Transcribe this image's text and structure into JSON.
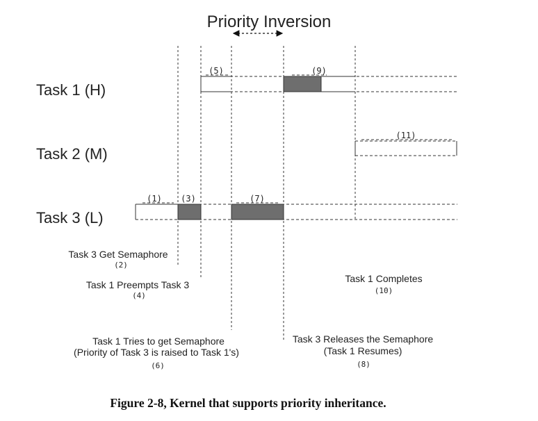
{
  "title": "Priority Inversion",
  "tasks": {
    "t1": "Task 1 (H)",
    "t2": "Task 2 (M)",
    "t3": "Task 3 (L)"
  },
  "markers": {
    "m1": "(1)",
    "m3": "(3)",
    "m5": "(5)",
    "m7": "(7)",
    "m9": "(9)",
    "m11": "(11)"
  },
  "events": {
    "e2_text": "Task 3 Get Semaphore",
    "e2_num": "(2)",
    "e4_text": "Task 1 Preempts Task 3",
    "e4_num": "(4)",
    "e6_line1": "Task 1 Tries to get Semaphore",
    "e6_line2": "(Priority of Task 3 is raised to Task 1's)",
    "e6_num": "(6)",
    "e8_line1": "Task 3 Releases the Semaphore",
    "e8_line2": "(Task 1 Resumes)",
    "e8_num": "(8)",
    "e10_text": "Task 1 Completes",
    "e10_num": "(10)"
  },
  "caption": "Figure 2-8, Kernel that supports priority inheritance.",
  "colors": {
    "shaded_block": "#6e6e6e",
    "line": "#333333",
    "background": "#ffffff"
  }
}
